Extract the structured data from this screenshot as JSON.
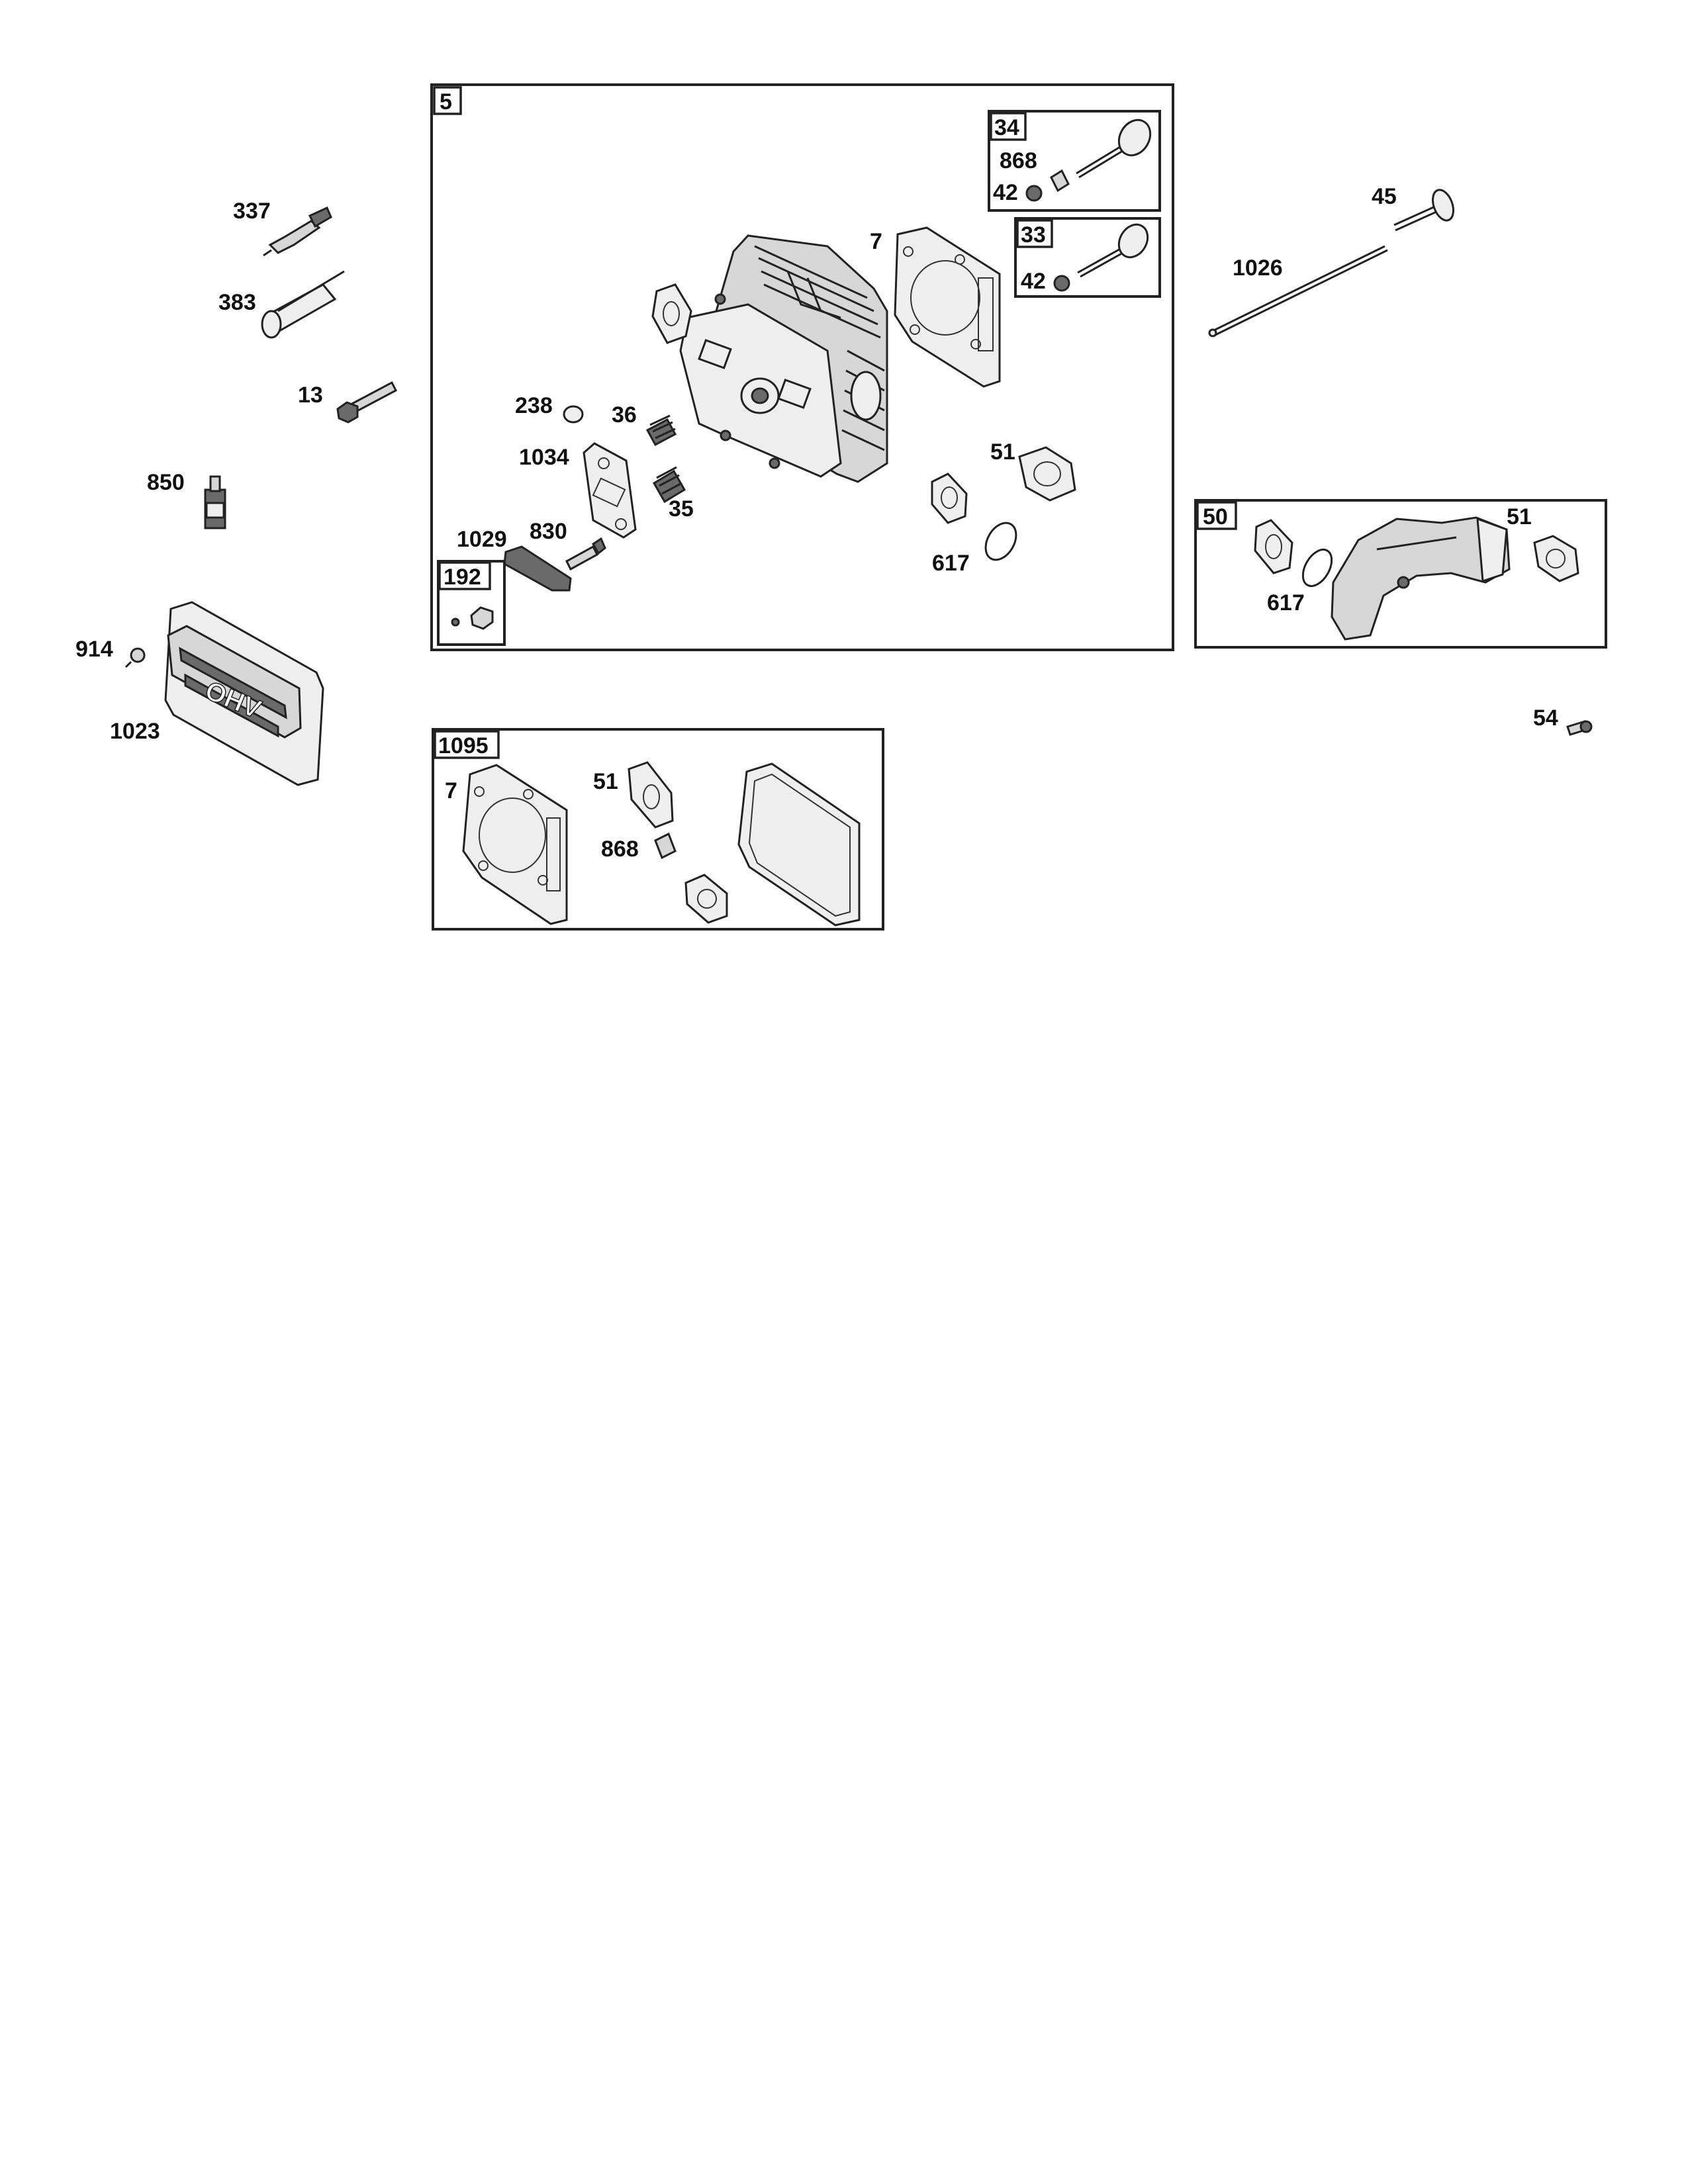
{
  "groups": {
    "g5": {
      "tag": "5"
    },
    "g34": {
      "tag": "34"
    },
    "g33": {
      "tag": "33"
    },
    "g192": {
      "tag": "192"
    },
    "g50": {
      "tag": "50"
    },
    "g1095": {
      "tag": "1095"
    }
  },
  "labels": {
    "p337": "337",
    "p383": "383",
    "p13": "13",
    "p850": "850",
    "p914": "914",
    "p1023": "1023",
    "p238": "238",
    "p36": "36",
    "p1034": "1034",
    "p35": "35",
    "p1029": "1029",
    "p830": "830",
    "p7_head": "7",
    "p51_head": "51",
    "p617_head": "617",
    "p868_34": "868",
    "p42_34": "42",
    "p42_33": "42",
    "p45": "45",
    "p1026": "1026",
    "p51_50": "51",
    "p617_50": "617",
    "p54": "54",
    "p7_1095": "7",
    "p51_1095": "51",
    "p868_1095": "868"
  }
}
